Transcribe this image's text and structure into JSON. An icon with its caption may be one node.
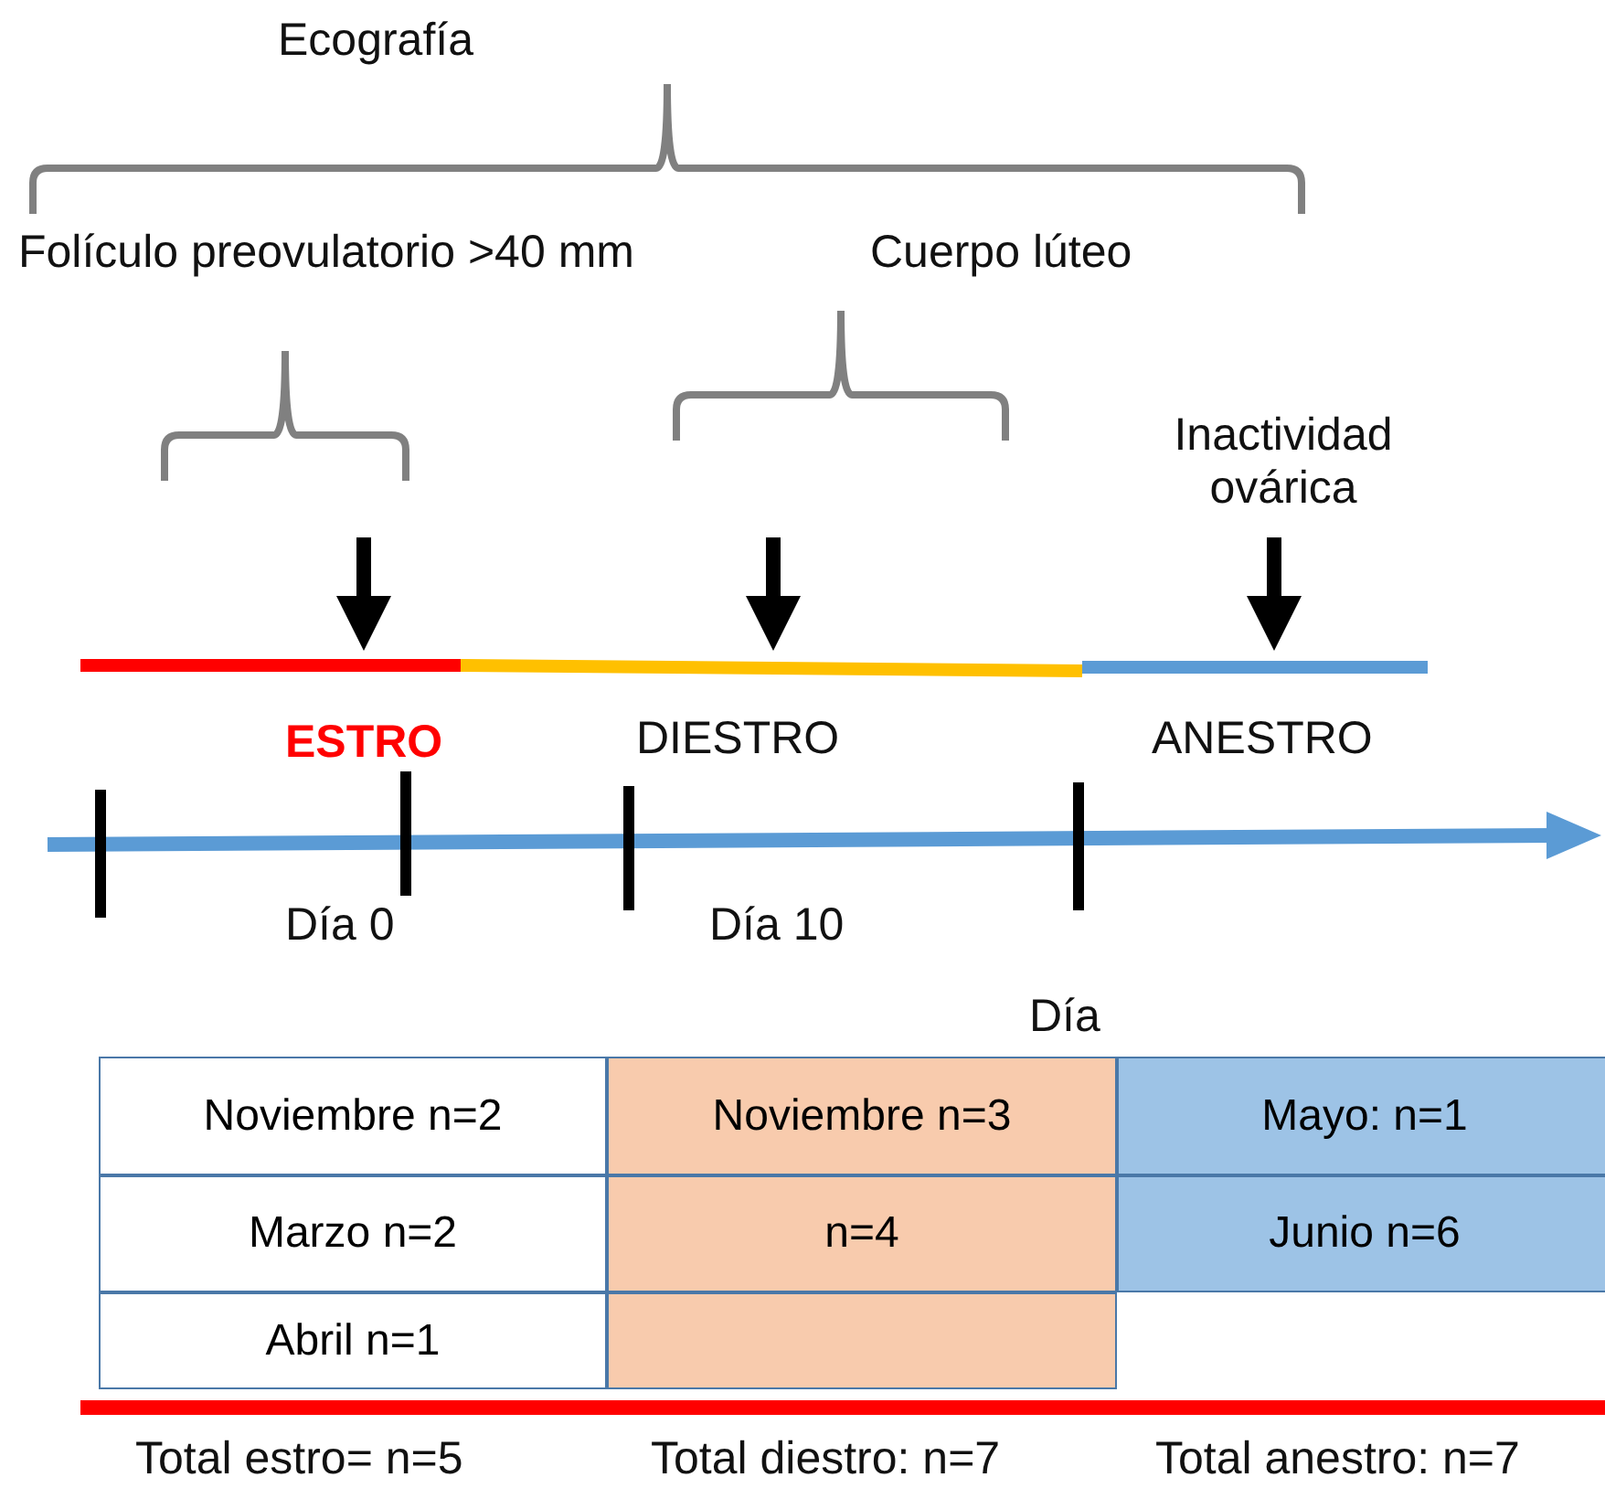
{
  "diagram": {
    "labels": [
      "Ecografía",
      "Folículo preovulatorio >40 mm",
      "Cuerpo lúteo",
      "Inactividad ovárica",
      "ESTRO",
      "DIESTRO",
      "ANESTRO",
      "Día 0",
      "Día 10",
      "Día",
      "Noviembre n=2",
      "Noviembre n=3",
      "Mayo: n=1",
      "Marzo n=2",
      "n=4",
      "Junio n=6",
      "Abril n=1",
      "Total estro= n=5",
      "Total diestro: n=7",
      "Total anestro: n=7"
    ]
  }
}
